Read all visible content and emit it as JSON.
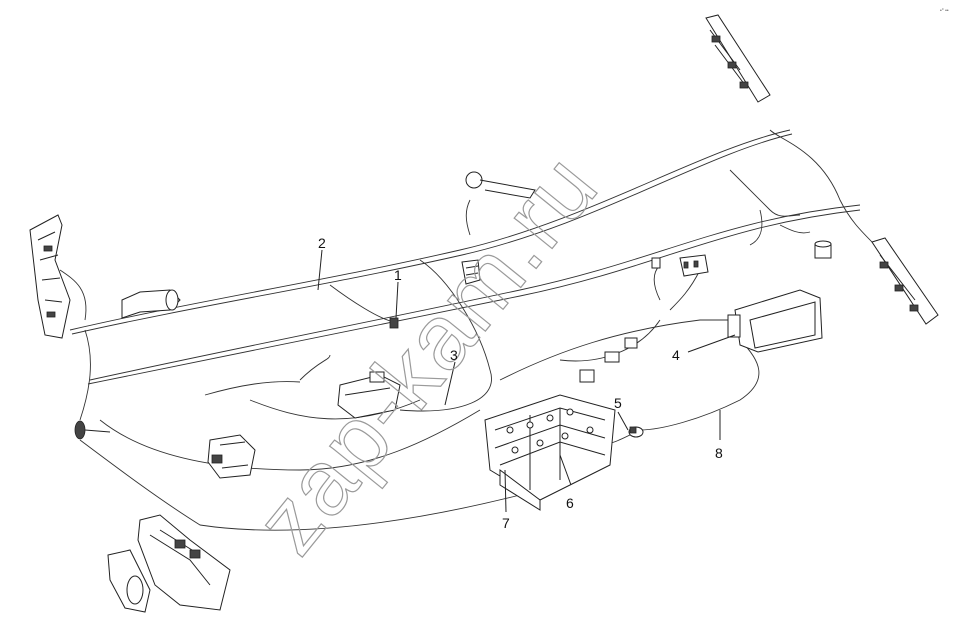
{
  "diagram": {
    "watermark": "zap-kam.ru",
    "corner_mark": "•° ••",
    "callouts": [
      {
        "id": "1",
        "label": "1"
      },
      {
        "id": "2",
        "label": "2"
      },
      {
        "id": "3",
        "label": "3"
      },
      {
        "id": "4",
        "label": "4"
      },
      {
        "id": "5",
        "label": "5"
      },
      {
        "id": "6",
        "label": "6"
      },
      {
        "id": "7",
        "label": "7"
      },
      {
        "id": "8",
        "label": "8"
      }
    ]
  }
}
